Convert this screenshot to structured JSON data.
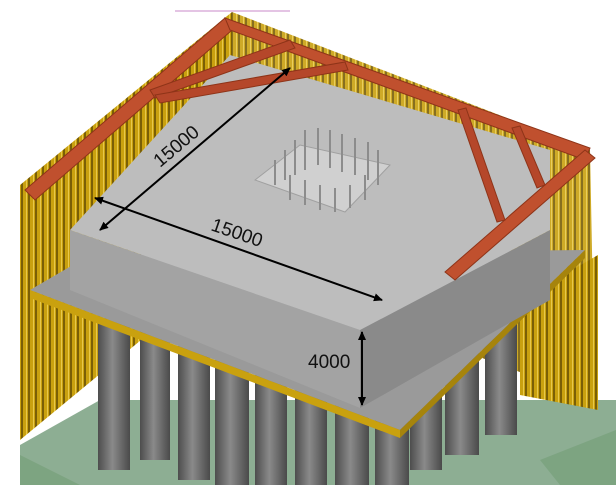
{
  "dimensions": {
    "length_a": "15000",
    "length_b": "15000",
    "height": "4000"
  },
  "colors": {
    "background": "#ffffff",
    "sheet_pile": "#c9a10f",
    "sheet_pile_shadow": "#7a5f06",
    "strut": "#c0502e",
    "strut_dark": "#8e3418",
    "cap_top": "#b7b7b7",
    "cap_front": "#9e9e9e",
    "cap_side": "#8a8a8a",
    "base_slab": "#8f8f8f",
    "cushion_line": "#c9a10f",
    "pile": "#707070",
    "ground": "#2f6b3a"
  },
  "icons": [
    "dimension-arrow-icon"
  ]
}
